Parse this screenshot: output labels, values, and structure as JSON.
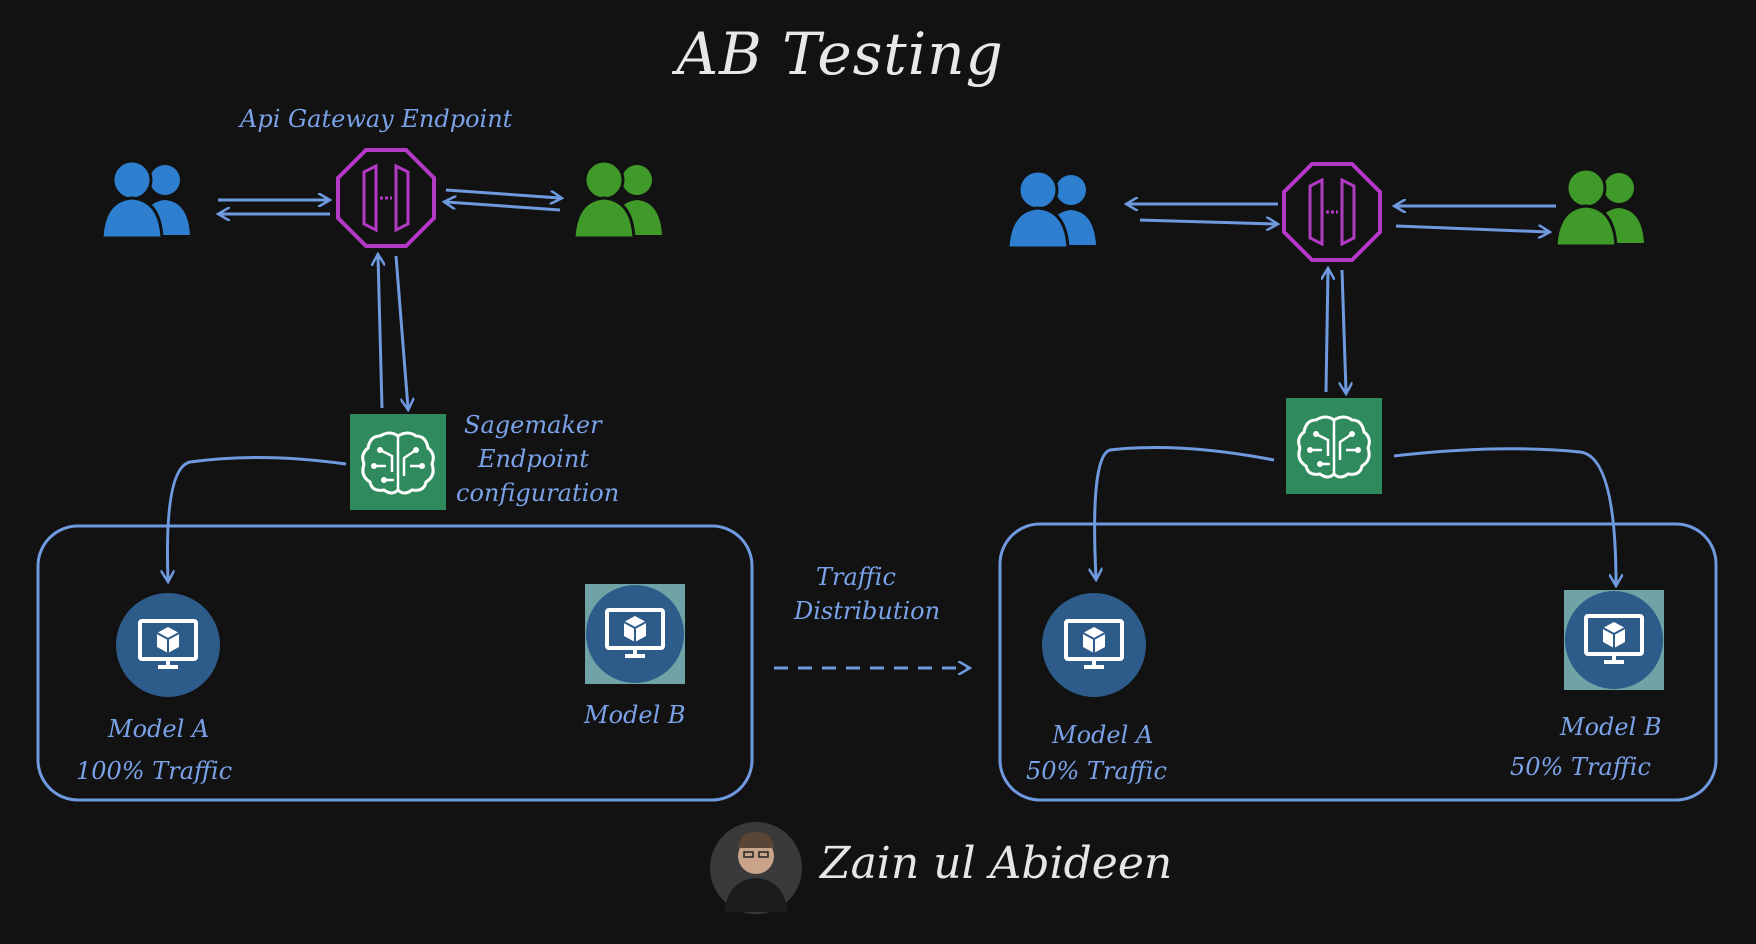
{
  "title": "AB Testing",
  "labels": {
    "api_gateway": "Api Gateway Endpoint",
    "sagemaker_line1": "Sagemaker",
    "sagemaker_line2": "Endpoint",
    "sagemaker_line3": "configuration",
    "traffic_line1": "Traffic",
    "traffic_line2": "Distribution"
  },
  "left_panel": {
    "model_a_name": "Model A",
    "model_a_traffic": "100% Traffic",
    "model_b_name": "Model B"
  },
  "right_panel": {
    "model_a_name": "Model A",
    "model_a_traffic": "50% Traffic",
    "model_b_name": "Model B",
    "model_b_traffic": "50% Traffic"
  },
  "author": "Zain ul Abideen",
  "colors": {
    "background": "#121212",
    "arrow": "#6f9ae0",
    "users_left": "#2f7fd0",
    "users_right": "#3f9a2a",
    "gateway": "#b23ac4",
    "sagemaker_bg": "#2f8a5e",
    "model_circle": "#2e5c8a",
    "model_square": "#6fa3a6"
  },
  "icons": [
    "users-icon",
    "api-gateway-icon",
    "sagemaker-icon",
    "model-icon",
    "avatar"
  ]
}
